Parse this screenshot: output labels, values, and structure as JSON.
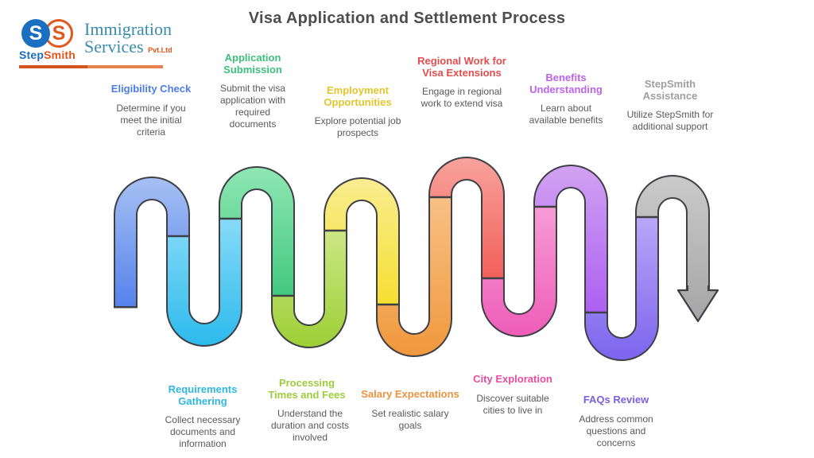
{
  "title": "Visa Application and Settlement Process",
  "text": {
    "title_color": "#4d4d4d",
    "body_color": "#595959"
  },
  "logo": {
    "monogram1": "S",
    "monogram2": "S",
    "name_part1": "Step",
    "name_part2": "Smith",
    "service_line1": "Immigration",
    "service_line2": "Services",
    "suffix": "Pvt.Ltd",
    "blue": "#1b6fc0",
    "orange": "#e2571e",
    "teal": "#3a8cac",
    "underline_left": "#d4521c",
    "underline_right": "#e8824e"
  },
  "steps_top": [
    {
      "heading": "Eligibility Check",
      "body": "Determine if you meet the initial criteria",
      "color": "#4a7de8"
    },
    {
      "heading": "Application Submission",
      "body": "Submit the visa application with required documents",
      "color": "#3dc07e"
    },
    {
      "heading": "Employment Opportunities",
      "body": "Explore potential job prospects",
      "color": "#e3c52e"
    },
    {
      "heading": "Regional Work for Visa Extensions",
      "body": "Engage in regional work to extend visa",
      "color": "#e34d4d"
    },
    {
      "heading": "Benefits Understanding",
      "body": "Learn about available benefits",
      "color": "#bb64ea"
    },
    {
      "heading": "StepSmith Assistance",
      "body": "Utilize StepSmith for additional support",
      "color": "#9e9e9e"
    }
  ],
  "steps_bottom": [
    {
      "heading": "Requirements Gathering",
      "body": "Collect necessary documents and information",
      "color": "#2fb7e0"
    },
    {
      "heading": "Processing Times and Fees",
      "body": "Understand the duration and costs involved",
      "color": "#a0cb3f"
    },
    {
      "heading": "Salary Expectations",
      "body": "Set realistic salary goals",
      "color": "#ea9440"
    },
    {
      "heading": "City Exploration",
      "body": "Discover suitable cities to live in",
      "color": "#ea4c9e"
    },
    {
      "heading": "FAQs Review",
      "body": "Address common questions and concerns",
      "color": "#7a5fe0"
    }
  ],
  "path": {
    "outline_color": "#3f3f46",
    "segments": [
      {
        "name": "eligibility-check",
        "light": "#a6c0f4",
        "dark": "#5381ec"
      },
      {
        "name": "requirements-gathering",
        "light": "#8adcf8",
        "dark": "#2cbaec"
      },
      {
        "name": "application-submission",
        "light": "#8fe7b3",
        "dark": "#40c87d"
      },
      {
        "name": "processing-times-and-fees",
        "light": "#cfe98a",
        "dark": "#9ccf35"
      },
      {
        "name": "employment-opportunities",
        "light": "#f9ed90",
        "dark": "#f5df30"
      },
      {
        "name": "salary-expectations",
        "light": "#f8c186",
        "dark": "#f0983c"
      },
      {
        "name": "regional-work",
        "light": "#f8a29b",
        "dark": "#f15f58"
      },
      {
        "name": "city-exploration",
        "light": "#f79ed6",
        "dark": "#ee5cb8"
      },
      {
        "name": "benefits-understanding",
        "light": "#d2a2f2",
        "dark": "#ab5ff2"
      },
      {
        "name": "faqs-review",
        "light": "#b9a8f8",
        "dark": "#7b64ee"
      },
      {
        "name": "stepsmith-assistance",
        "light": "#cacaca",
        "dark": "#a5a5a5"
      }
    ]
  }
}
